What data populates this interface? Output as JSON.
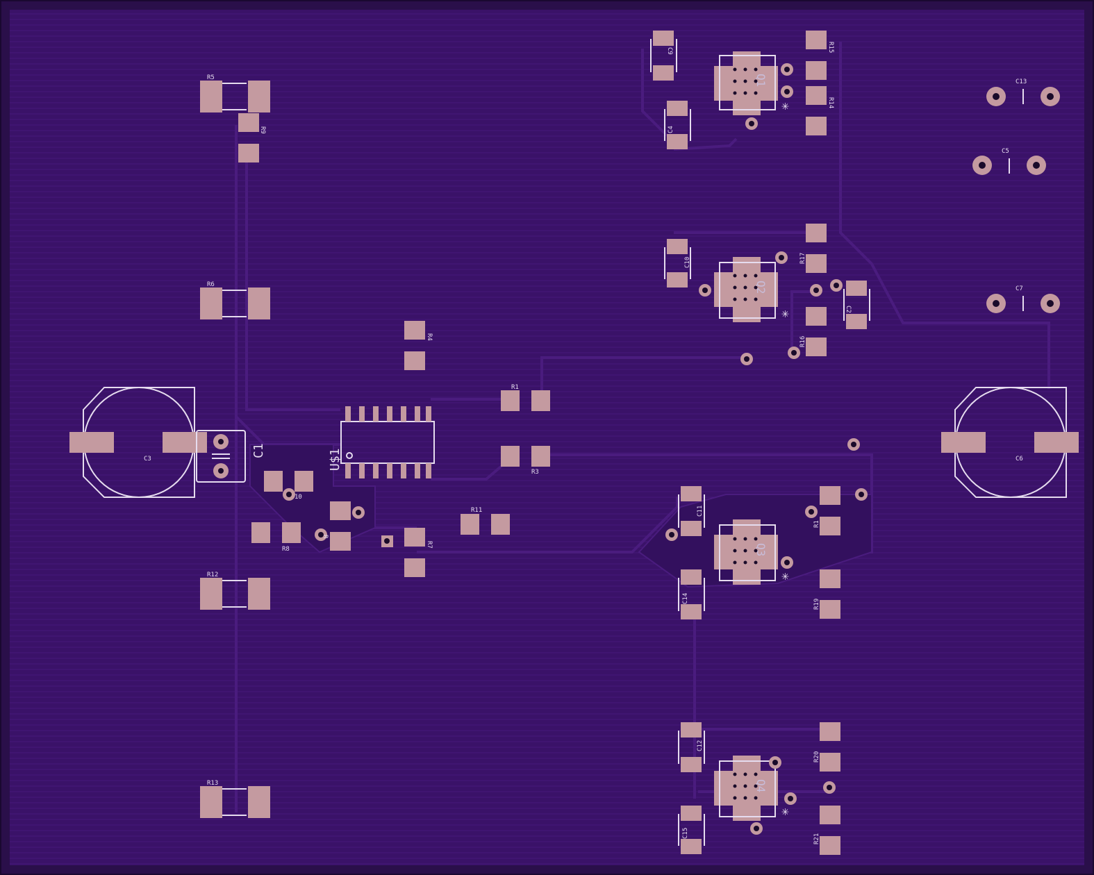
{
  "colors": {
    "background": "#2a0f4a",
    "copper": "#3a1268",
    "trace": "#4a1c7e",
    "pad": "#c49aa0",
    "silk": "#e6dcef",
    "hole": "#1a0b2a"
  },
  "labels": {
    "C1": "C1",
    "C2": "C2",
    "C3": "C3",
    "C4": "C4",
    "C5": "C5",
    "C6": "C6",
    "C7": "C7",
    "C9": "C9",
    "C10": "C10",
    "C11": "C11",
    "C12": "C12",
    "C13": "C13",
    "C14": "C14",
    "C15": "C15",
    "R1": "R1",
    "R3": "R3",
    "R4": "R4",
    "R5": "R5",
    "R6": "R6",
    "R7": "R7",
    "R8": "R8",
    "R9": "R9",
    "R10": "10",
    "R2": "R",
    "R11": "R11",
    "R12": "R12",
    "R13": "R13",
    "R14": "R14",
    "R15": "R15",
    "R16": "R16",
    "R17": "R17",
    "R18": "R1",
    "R19": "R19",
    "R20": "R20",
    "R21": "R21",
    "U1": "U1",
    "U01": "U$1",
    "Q1": "Q1",
    "Q2": "Q2",
    "Q3": "Q3",
    "Q4": "Q4"
  }
}
